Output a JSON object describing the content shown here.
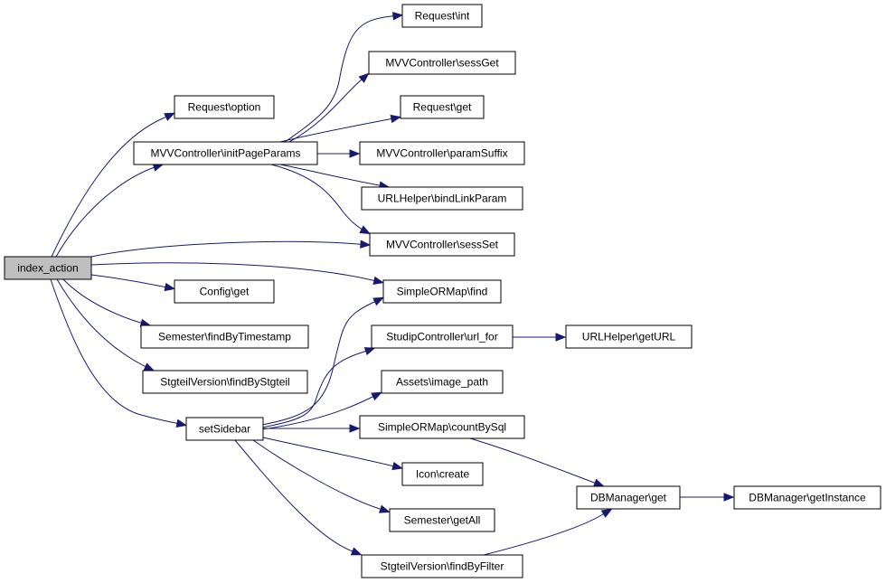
{
  "diagram": {
    "type": "call-graph",
    "edge_color": "#191970",
    "root_fill": "#bfbfbf",
    "nodes": {
      "index_action": "index_action",
      "request_option": "Request\\option",
      "mvv_initPageParams": "MVVController\\initPageParams",
      "config_get": "Config\\get",
      "semester_findByTimestamp": "Semester\\findByTimestamp",
      "stgteil_findByStgteil": "StgteilVersion\\findByStgteil",
      "setSidebar": "setSidebar",
      "request_int": "Request\\int",
      "mvv_sessGet": "MVVController\\sessGet",
      "request_get": "Request\\get",
      "mvv_paramSuffix": "MVVController\\paramSuffix",
      "urlhelper_bindLinkParam": "URLHelper\\bindLinkParam",
      "mvv_sessSet": "MVVController\\sessSet",
      "sorm_find": "SimpleORMap\\find",
      "studip_url_for": "StudipController\\url_for",
      "assets_image_path": "Assets\\image_path",
      "sorm_countBySql": "SimpleORMap\\countBySql",
      "icon_create": "Icon\\create",
      "semester_getAll": "Semester\\getAll",
      "stgteil_findByFilter": "StgteilVersion\\findByFilter",
      "urlhelper_getURL": "URLHelper\\getURL",
      "dbmanager_get": "DBManager\\get",
      "dbmanager_getInstance": "DBManager\\getInstance"
    },
    "edges": [
      [
        "index_action",
        "request_option"
      ],
      [
        "index_action",
        "mvv_initPageParams"
      ],
      [
        "index_action",
        "mvv_sessSet"
      ],
      [
        "index_action",
        "sorm_find"
      ],
      [
        "index_action",
        "config_get"
      ],
      [
        "index_action",
        "semester_findByTimestamp"
      ],
      [
        "index_action",
        "stgteil_findByStgteil"
      ],
      [
        "index_action",
        "setSidebar"
      ],
      [
        "mvv_initPageParams",
        "request_int"
      ],
      [
        "mvv_initPageParams",
        "mvv_sessGet"
      ],
      [
        "mvv_initPageParams",
        "request_get"
      ],
      [
        "mvv_initPageParams",
        "mvv_paramSuffix"
      ],
      [
        "mvv_initPageParams",
        "urlhelper_bindLinkParam"
      ],
      [
        "mvv_initPageParams",
        "mvv_sessSet"
      ],
      [
        "setSidebar",
        "sorm_find"
      ],
      [
        "setSidebar",
        "studip_url_for"
      ],
      [
        "setSidebar",
        "assets_image_path"
      ],
      [
        "setSidebar",
        "sorm_countBySql"
      ],
      [
        "setSidebar",
        "icon_create"
      ],
      [
        "setSidebar",
        "semester_getAll"
      ],
      [
        "setSidebar",
        "stgteil_findByFilter"
      ],
      [
        "studip_url_for",
        "urlhelper_getURL"
      ],
      [
        "sorm_countBySql",
        "dbmanager_get"
      ],
      [
        "stgteil_findByFilter",
        "dbmanager_get"
      ],
      [
        "dbmanager_get",
        "dbmanager_getInstance"
      ]
    ]
  }
}
